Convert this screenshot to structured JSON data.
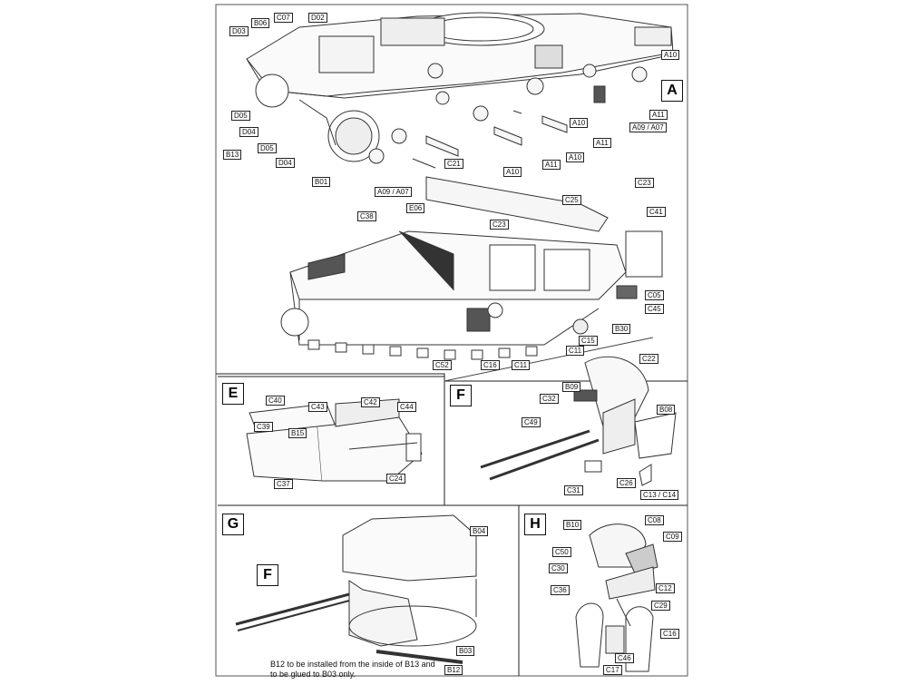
{
  "sections": {
    "A": "A",
    "E": "E",
    "F": "F",
    "G": "G",
    "H": "H",
    "G_sub": "F"
  },
  "labels_top": [
    "D03",
    "B06",
    "C07",
    "D02",
    "D05",
    "D04",
    "D05",
    "B13",
    "D04",
    "B01",
    "A09 / A07",
    "C21",
    "A10",
    "A11",
    "A10",
    "A11",
    "A10",
    "A11",
    "A09 / A07",
    "A10"
  ],
  "labels_mid": [
    "C38",
    "E06",
    "C23",
    "C25",
    "C23",
    "C41",
    "C05",
    "C45",
    "B30",
    "C15",
    "C11",
    "C11",
    "C16",
    "C52"
  ],
  "labels_E": [
    "C40",
    "C43",
    "C42",
    "C44",
    "C39",
    "B15",
    "C37",
    "C24"
  ],
  "labels_F": [
    "C22",
    "B09",
    "C32",
    "C49",
    "B08",
    "C31",
    "C26",
    "C13 / C14"
  ],
  "labels_G": [
    "B04",
    "B03",
    "B12"
  ],
  "labels_H": [
    "B10",
    "C08",
    "C09",
    "C50",
    "C30",
    "C12",
    "C36",
    "C29",
    "C16",
    "C46",
    "C17"
  ],
  "note_G": "B12 to be installed from the inside of B13 and to be glued to B03 only."
}
